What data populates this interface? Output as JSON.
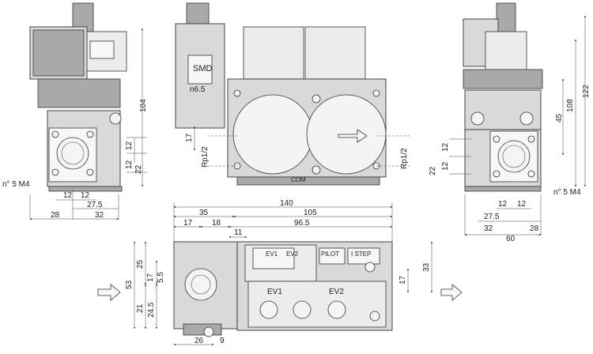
{
  "labels": {
    "smd": "SMD",
    "n65": "n6.5",
    "com": "COM",
    "ev1_top": "EV1",
    "ev2_top": "EV2",
    "ev1": "EV1",
    "ev2": "EV2",
    "pilot": "PILOT",
    "istep": "I STEP",
    "m4_left": "n° 5 M4",
    "m4_right": "n° 5 M4",
    "rp_left": "Rp1/2",
    "rp_right": "Rp1/2"
  },
  "dims": {
    "left": {
      "d104": "104",
      "d12a": "12",
      "d12b": "12",
      "d22": "22",
      "d12h1": "12",
      "d12h2": "12",
      "d275": "27.5",
      "d28": "28",
      "d32": "32"
    },
    "center": {
      "d17": "17"
    },
    "right": {
      "d122": "122",
      "d108": "108",
      "d45": "45",
      "d12a": "12",
      "d12b": "12",
      "d22": "22",
      "d12h1": "12",
      "d12h2": "12",
      "d275": "27.5",
      "d32": "32",
      "d28": "28",
      "d60": "60"
    },
    "bottom": {
      "d140": "140",
      "d35": "35",
      "d105": "105",
      "d17": "17",
      "d18": "18",
      "d965": "96.5",
      "d11": "11",
      "d53": "53",
      "d25": "25",
      "d17v": "17",
      "d55": "5.5",
      "d21": "21",
      "d245": "24.5",
      "d17r": "17",
      "d33": "33",
      "d26": "26",
      "d9": "9"
    }
  }
}
